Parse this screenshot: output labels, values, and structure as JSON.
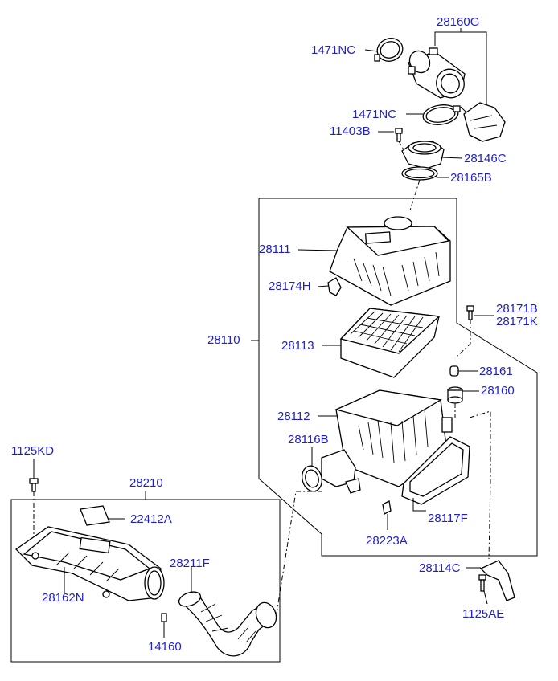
{
  "labels": {
    "p28160G": "28160G",
    "p1471NC_top": "1471NC",
    "p1471NC_mid": "1471NC",
    "p11403B": "11403B",
    "p28146C": "28146C",
    "p28165B": "28165B",
    "p28111": "28111",
    "p28174H": "28174H",
    "p28171B": "28171B",
    "p28171K": "28171K",
    "p28110": "28110",
    "p28113": "28113",
    "p28161": "28161",
    "p28160": "28160",
    "p28112": "28112",
    "p28116B": "28116B",
    "p1125KD": "1125KD",
    "p28210": "28210",
    "p22412A": "22412A",
    "p28211F": "28211F",
    "p28162N": "28162N",
    "p14160": "14160",
    "p28223A": "28223A",
    "p28117F": "28117F",
    "p28114C": "28114C",
    "p1125AE": "1125AE"
  },
  "colors": {
    "label_text": "#1f1fc8",
    "line": "#000000",
    "background": "#ffffff"
  }
}
